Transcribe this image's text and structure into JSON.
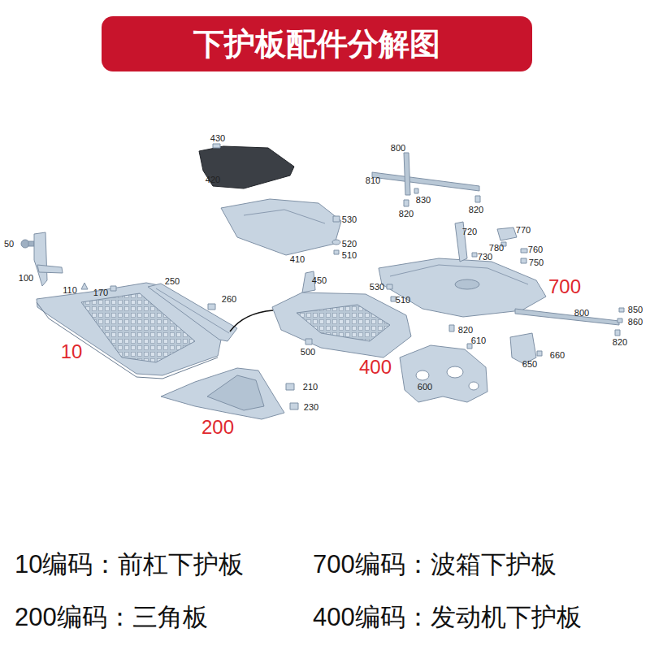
{
  "diagram": {
    "title": "下护板配件分解图",
    "labels": [
      "430",
      "420",
      "800",
      "810",
      "830",
      "820",
      "820",
      "530",
      "520",
      "510",
      "410",
      "50",
      "100",
      "110",
      "170",
      "250",
      "260",
      "450",
      "720",
      "770",
      "780",
      "730",
      "760",
      "750",
      "530",
      "510",
      "700",
      "10",
      "400",
      "500",
      "800",
      "850",
      "860",
      "820",
      "820",
      "610",
      "600",
      "650",
      "660",
      "210",
      "230",
      "200",
      "10编码：前杠下护板",
      "700编码：波箱下护板",
      "200编码：三角板",
      "400编码：发动机下护板"
    ]
  }
}
